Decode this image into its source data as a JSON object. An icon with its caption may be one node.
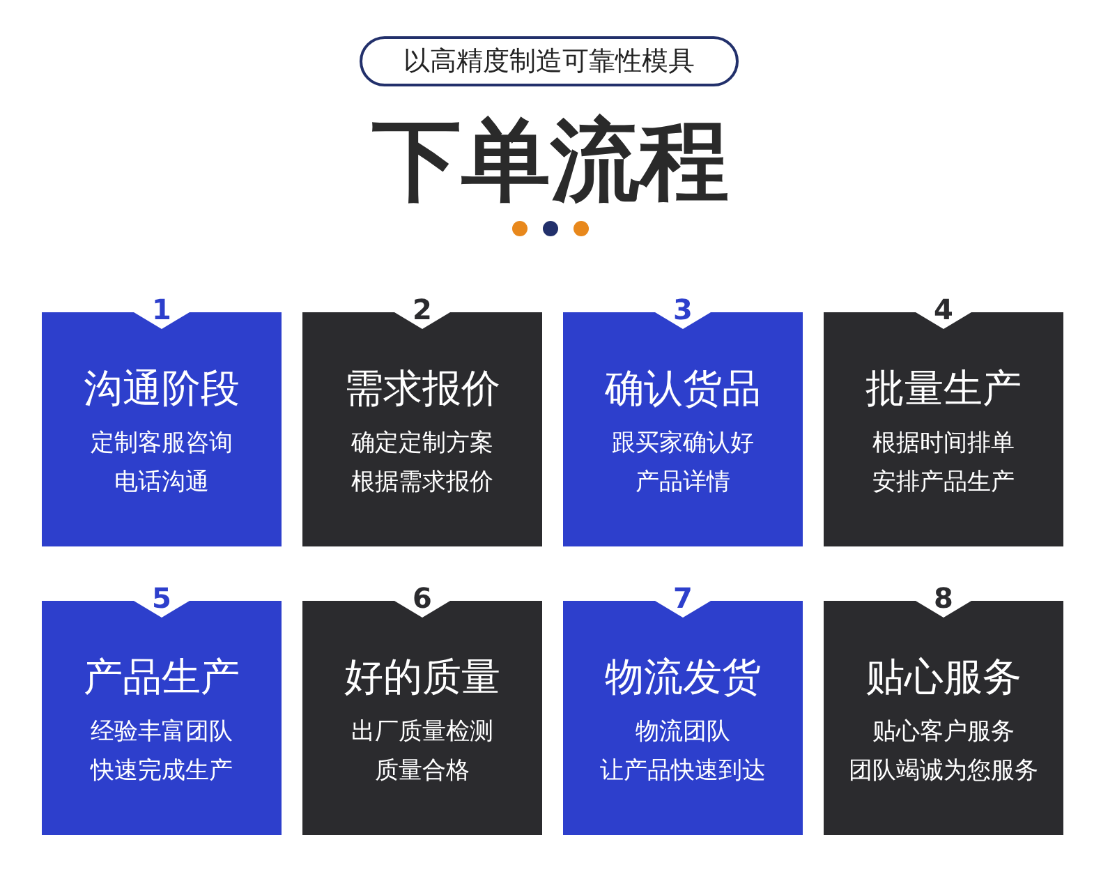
{
  "diagram": {
    "title": "下单流程",
    "nodes": [
      {
        "text": [
          "以高精度制造可靠性模具"
        ]
      },
      {
        "text": [
          "1",
          "沟通阶段",
          "定制客服咨询",
          "电话沟通"
        ]
      },
      {
        "text": [
          "2",
          "需求报价",
          "确定定制方案",
          "根据需求报价"
        ]
      },
      {
        "text": [
          "3",
          "确认货品",
          "跟买家确认好",
          "产品详情"
        ]
      },
      {
        "text": [
          "4",
          "批量生产",
          "根据时间排单",
          "安排产品生产"
        ]
      },
      {
        "text": [
          "5",
          "产品生产",
          "经验丰富团队",
          "快速完成生产"
        ]
      },
      {
        "text": [
          "6",
          "好的质量",
          "出厂质量检测",
          "质量合格"
        ]
      },
      {
        "text": [
          "7",
          "物流发货",
          "物流团队",
          "让产品快速到达"
        ]
      },
      {
        "text": [
          "8",
          "贴心服务",
          "贴心客户服务",
          "团队竭诚为您服务"
        ]
      }
    ],
    "edges": []
  }
}
